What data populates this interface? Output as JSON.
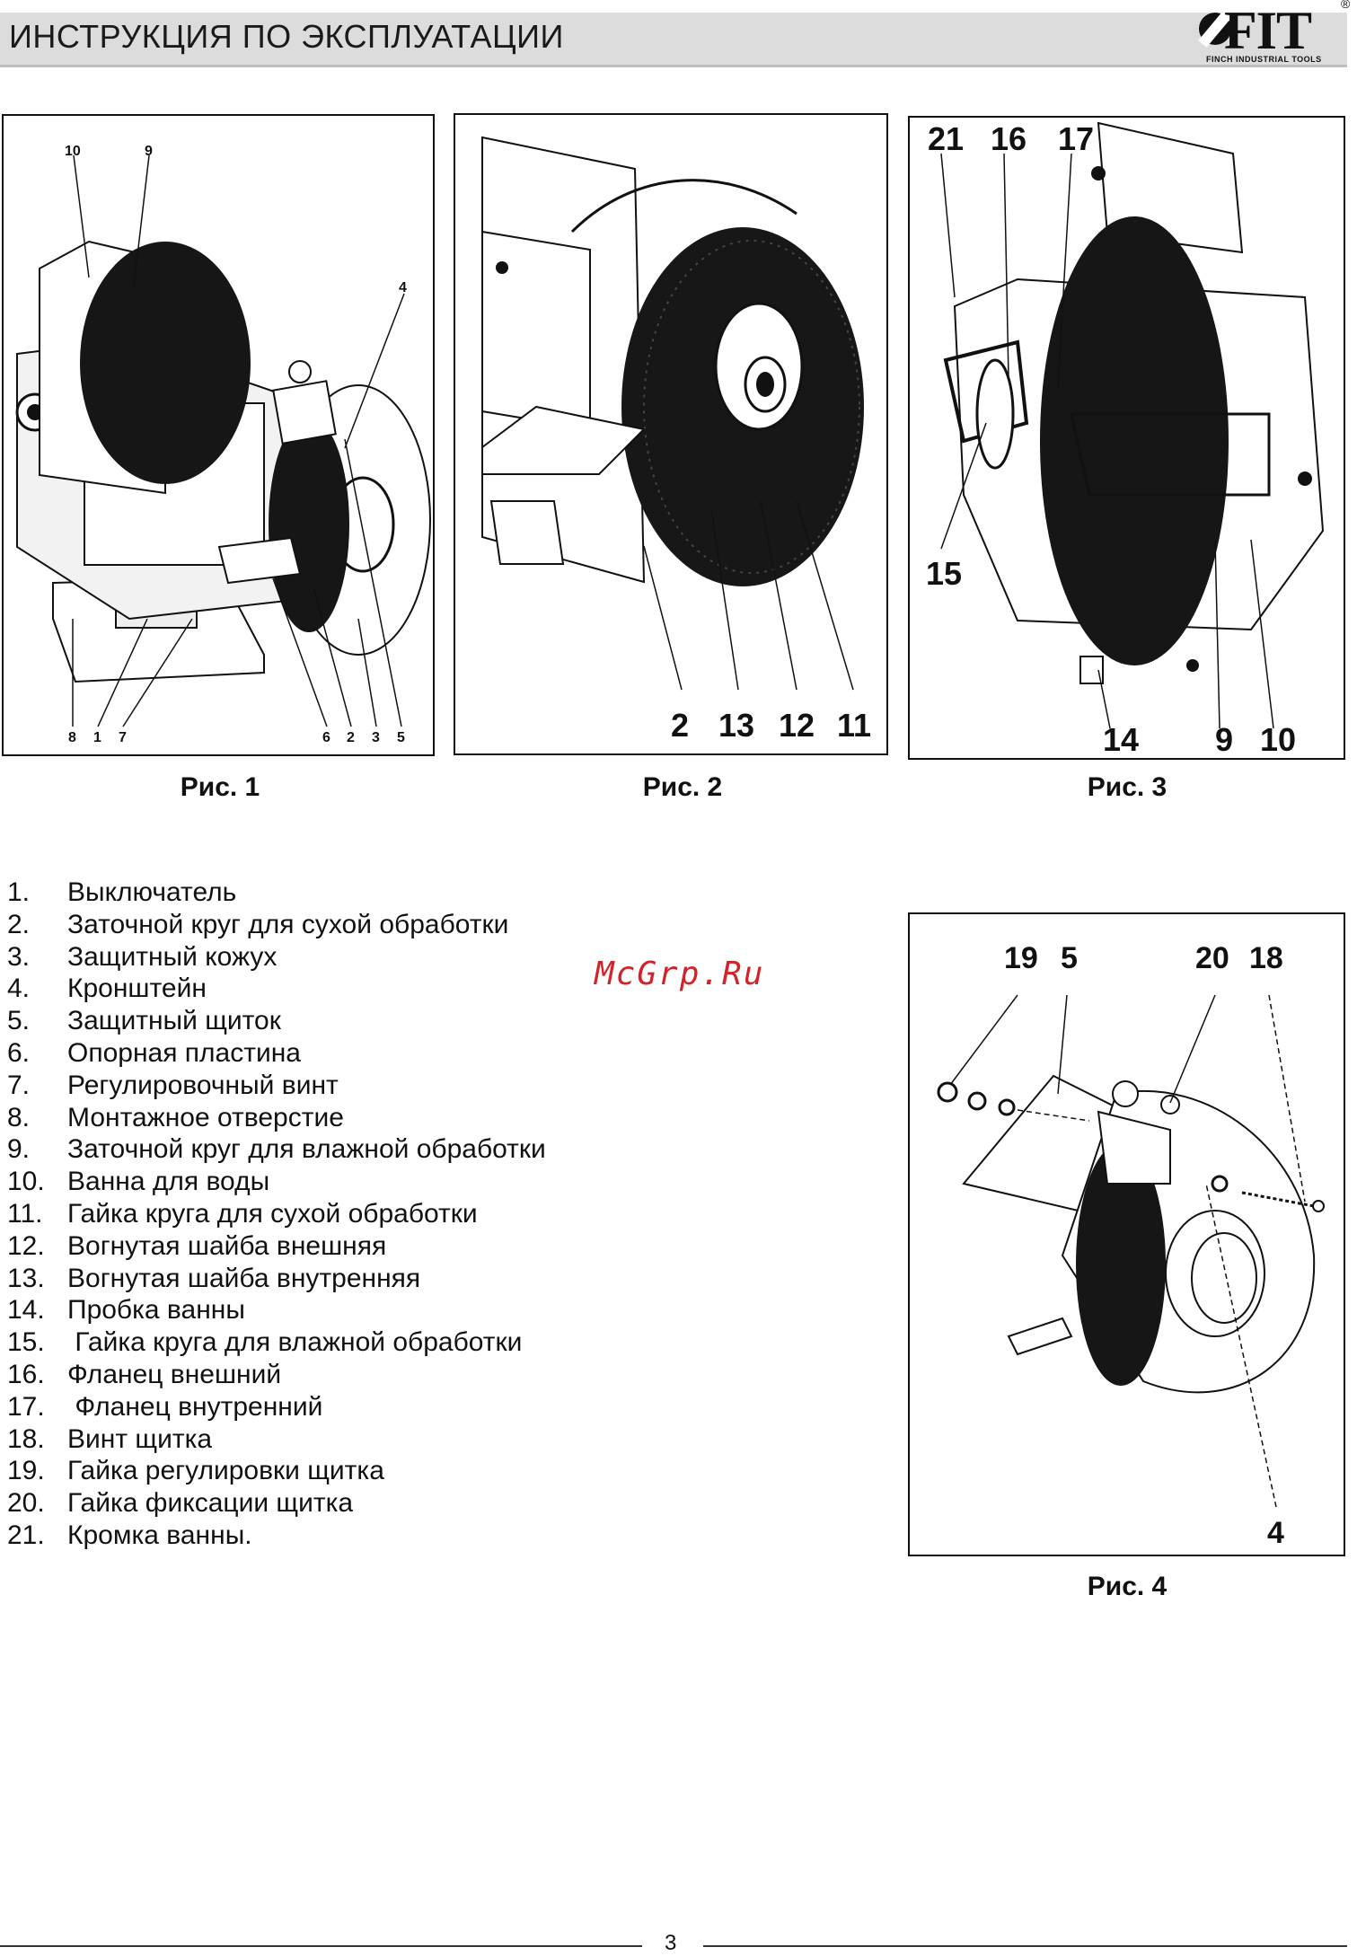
{
  "header": {
    "title": "ИНСТРУКЦИЯ ПО ЭКСПЛУАТАЦИИ",
    "logo_text": "FIT",
    "logo_subtitle": "FINCH INDUSTRIAL TOOLS",
    "logo_reg": "®"
  },
  "figures": {
    "fig1": {
      "caption": "Рис. 1",
      "labels": [
        "10",
        "9",
        "4",
        "8",
        "1",
        "7",
        "6",
        "2",
        "3",
        "5"
      ]
    },
    "fig2": {
      "caption": "Рис. 2",
      "labels": [
        "2",
        "13",
        "12",
        "11"
      ]
    },
    "fig3": {
      "caption": "Рис. 3",
      "labels": [
        "21",
        "16",
        "17",
        "15",
        "14",
        "9",
        "10"
      ]
    },
    "fig4": {
      "caption": "Рис. 4",
      "labels": [
        "19",
        "5",
        "20",
        "18",
        "4"
      ]
    }
  },
  "parts": [
    {
      "num": "1.",
      "text": "Выключатель"
    },
    {
      "num": "2.",
      "text": "Заточной круг для сухой обработки"
    },
    {
      "num": "3.",
      "text": "Защитный кожух"
    },
    {
      "num": "4.",
      "text": "Кронштейн"
    },
    {
      "num": "5.",
      "text": "Защитный щиток"
    },
    {
      "num": "6.",
      "text": "Опорная пластина"
    },
    {
      "num": "7.",
      "text": "Регулировочный винт"
    },
    {
      "num": "8.",
      "text": "Монтажное отверстие"
    },
    {
      "num": "9.",
      "text": "Заточной круг для влажной обработки"
    },
    {
      "num": "10.",
      "text": "Ванна для воды"
    },
    {
      "num": "11.",
      "text": "Гайка круга для сухой обработки"
    },
    {
      "num": "12.",
      "text": "Вогнутая шайба внешняя"
    },
    {
      "num": "13.",
      "text": "Вогнутая шайба внутренняя"
    },
    {
      "num": "14.",
      "text": "Пробка ванны"
    },
    {
      "num": "15.",
      "text": " Гайка круга для влажной обработки"
    },
    {
      "num": "16.",
      "text": "Фланец внешний"
    },
    {
      "num": "17.",
      "text": " Фланец внутренний"
    },
    {
      "num": "18.",
      "text": "Винт щитка"
    },
    {
      "num": "19.",
      "text": "Гайка регулировки щитка"
    },
    {
      "num": "20.",
      "text": "Гайка фиксации щитка"
    },
    {
      "num": "21.",
      "text": "Кромка ванны."
    }
  ],
  "watermark": "McGrp.Ru",
  "footer": {
    "page_number": "3"
  }
}
